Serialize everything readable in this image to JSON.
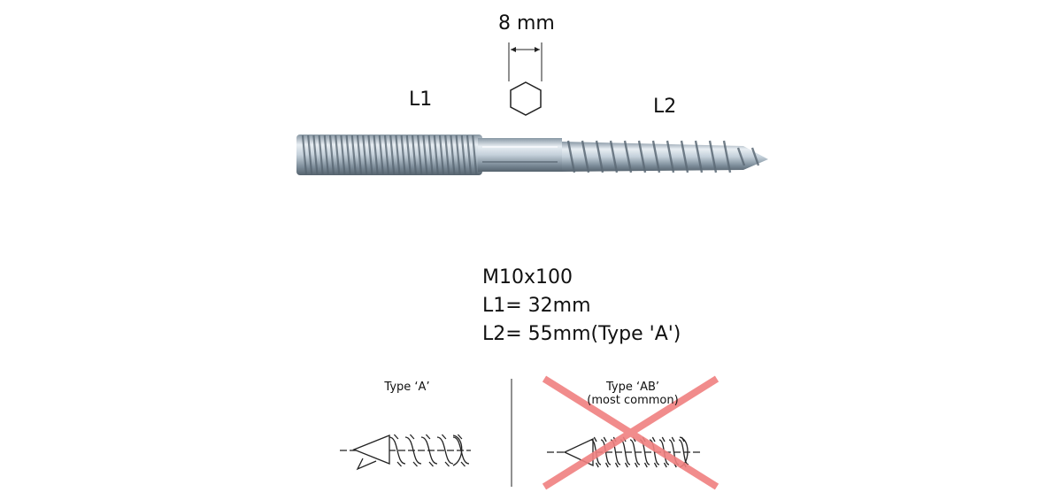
{
  "dimension": {
    "hex_width": "8 mm"
  },
  "labels": {
    "l1": "L1",
    "l2": "L2"
  },
  "specs": {
    "size": "M10x100",
    "l1": "L1= 32mm",
    "l2": "L2= 55mm",
    "l2_note": "(Type 'A')"
  },
  "types": {
    "a": {
      "title": "Type ‘A’"
    },
    "ab": {
      "title": "Type ‘AB’",
      "subtitle": "(most common)",
      "crossed_out": true
    }
  },
  "colors": {
    "steel": "#b9c7d3",
    "steel_dark": "#5f6f7c",
    "cross": "#f08080"
  }
}
